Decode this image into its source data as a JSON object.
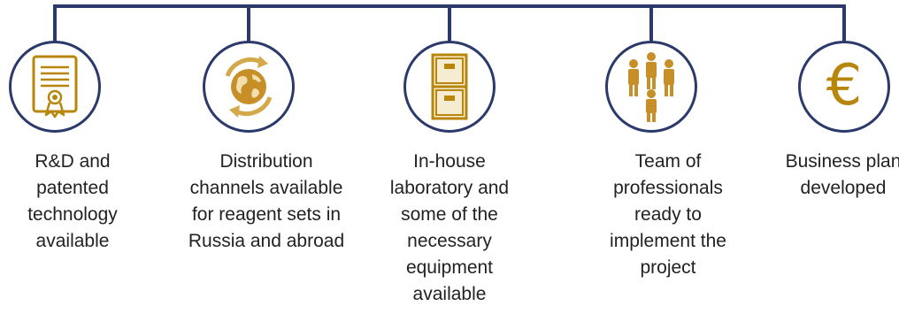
{
  "items": [
    {
      "label": "R&D and\npatented\ntechnology\navailable",
      "icon": "certificate-icon"
    },
    {
      "label": "Distribution\nchannels available\nfor reagent sets in\nRussia and abroad",
      "icon": "globe-arrows-icon"
    },
    {
      "label": "In-house\nlaboratory and\nsome of the\nnecessary\nequipment\navailable",
      "icon": "filing-cabinet-icon"
    },
    {
      "label": "Team of\nprofessionals\nready to\nimplement the\nproject",
      "icon": "team-people-icon"
    },
    {
      "label": "Business plan\ndeveloped",
      "icon": "euro-icon",
      "symbol": "€"
    }
  ],
  "colors": {
    "line": "#2b3a6b",
    "accent": "#b8860b",
    "text": "#222222"
  }
}
